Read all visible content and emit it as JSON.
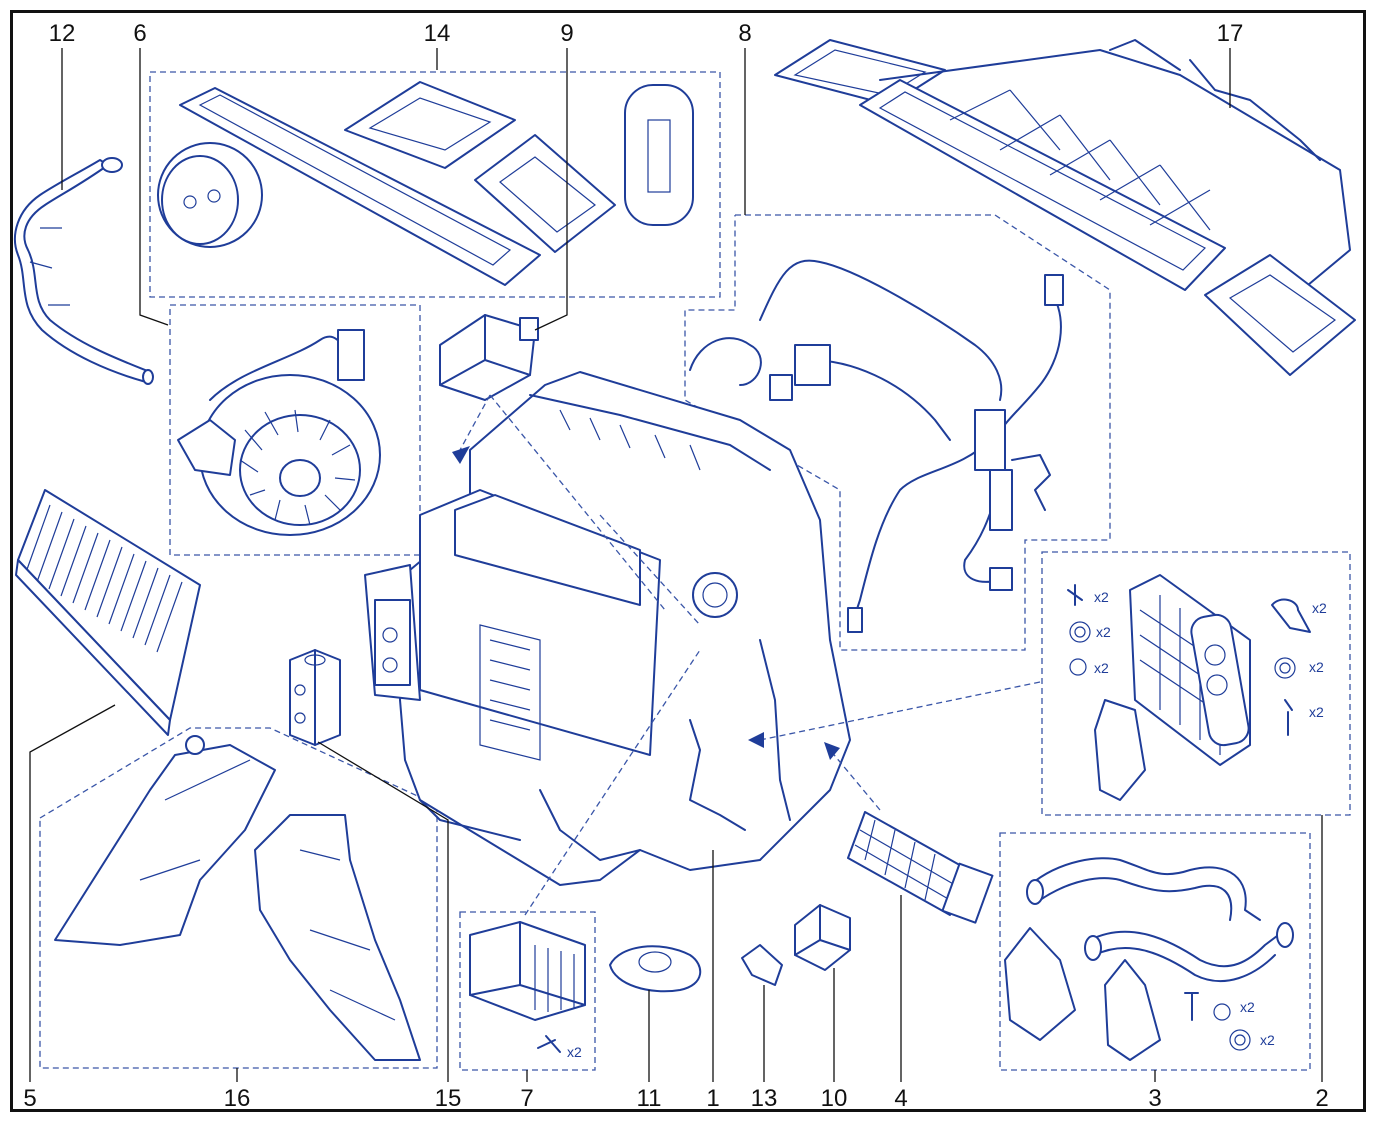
{
  "colors": {
    "line": "#1f3d99",
    "text": "#111111",
    "background": "#ffffff"
  },
  "callouts": [
    {
      "id": "12",
      "label": "12"
    },
    {
      "id": "6",
      "label": "6"
    },
    {
      "id": "14",
      "label": "14"
    },
    {
      "id": "9",
      "label": "9"
    },
    {
      "id": "8",
      "label": "8"
    },
    {
      "id": "17",
      "label": "17"
    },
    {
      "id": "5",
      "label": "5"
    },
    {
      "id": "16",
      "label": "16"
    },
    {
      "id": "15",
      "label": "15"
    },
    {
      "id": "7",
      "label": "7"
    },
    {
      "id": "11",
      "label": "11"
    },
    {
      "id": "1",
      "label": "1"
    },
    {
      "id": "13",
      "label": "13"
    },
    {
      "id": "10",
      "label": "10"
    },
    {
      "id": "4",
      "label": "4"
    },
    {
      "id": "3",
      "label": "3"
    },
    {
      "id": "2",
      "label": "2"
    }
  ],
  "quantities": {
    "q2_screw": "x2",
    "q2_washer_a": "x2",
    "q2_oring": "x2",
    "q2_clip": "x2",
    "q2_washer_b": "x2",
    "q2_bolt": "x2",
    "q3_oring": "x2",
    "q3_washer": "x2",
    "q7_screw": "x2"
  }
}
